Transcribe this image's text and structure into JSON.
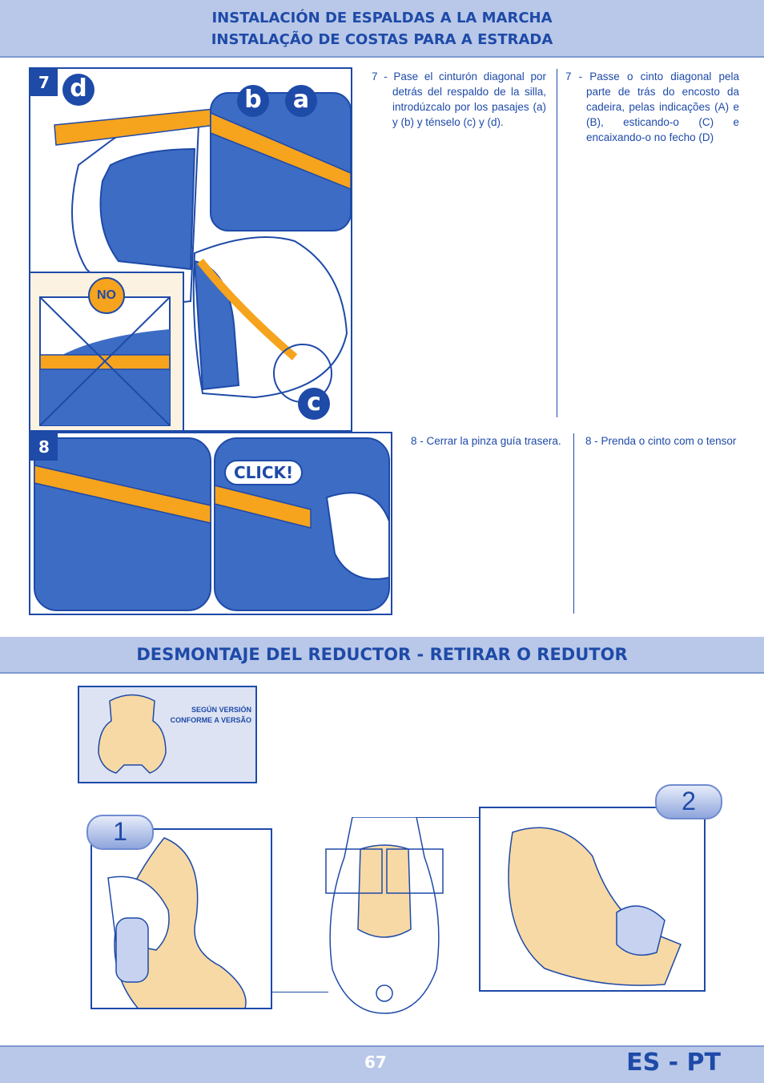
{
  "header": {
    "line1": "INSTALACIÓN DE ESPALDAS A LA MARCHA",
    "line2": "INSTALAÇÃO DE COSTAS PARA A ESTRADA"
  },
  "step7": {
    "number": "7",
    "badges": {
      "d": "d",
      "b": "b",
      "a": "a",
      "c": "c"
    },
    "no_label": "NO",
    "es_text": "7 - Pase el cinturón diagonal por detrás del respaldo de la silla, introdúzcalo por los pasajes (a) y (b) y ténselo (c) y (d).",
    "pt_text": "7 - Passe o cinto diagonal pela parte de trás do encosto da cadeira, pelas indicações (A) e (B), esticando-o (C) e encaixando-o no fecho (D)"
  },
  "step8": {
    "number": "8",
    "click_label": "CLICK!",
    "es_text": "8 - Cerrar la pinza guía trasera.",
    "pt_text": "8 - Prenda o cinto com o tensor"
  },
  "section2": {
    "title": "DESMONTAJE DEL REDUCTOR - RETIRAR O REDUTOR",
    "version_line1": "SEGÚN VERSIÓN",
    "version_line2": "CONFORME A VERSÃO",
    "pill1": "1",
    "pill2": "2"
  },
  "footer": {
    "page_number": "67",
    "language": "ES - PT"
  },
  "colors": {
    "brand_blue": "#1e4aa8",
    "banner": "#b9c8e8",
    "belt_orange": "#f6a31e",
    "padding_tan": "#f7d9a6"
  }
}
